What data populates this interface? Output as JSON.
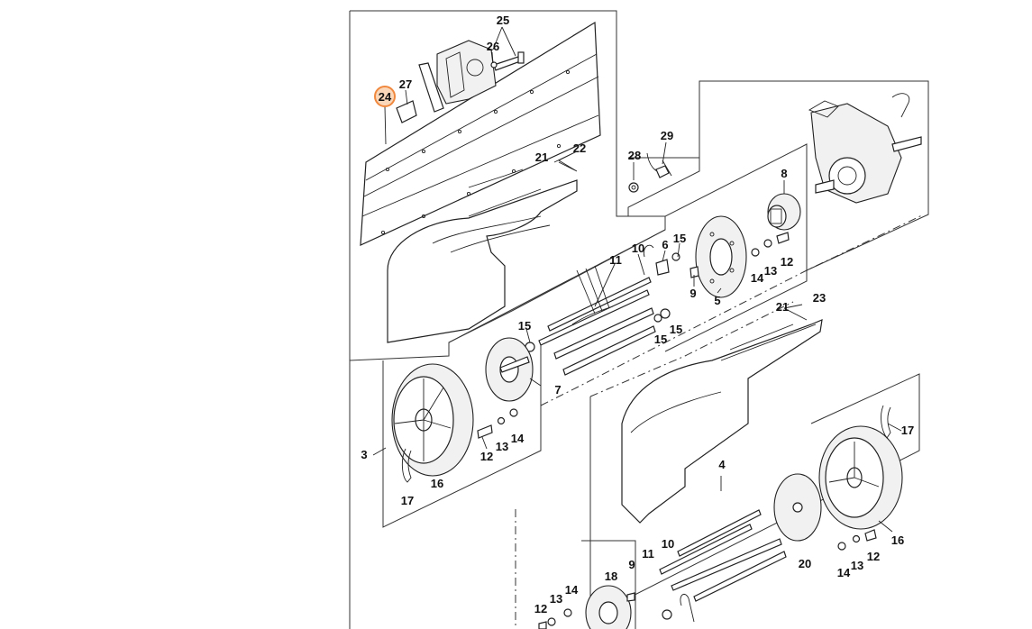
{
  "diagram": {
    "highlight_color": "#f0883e",
    "callouts": {
      "c25": "25",
      "c26": "26",
      "c27": "27",
      "c24": "24",
      "c22": "22",
      "c21a": "21",
      "c29": "29",
      "c28": "28",
      "c8": "8",
      "c11a": "11",
      "c10a": "10",
      "c6": "6",
      "c15a": "15",
      "c14a": "14",
      "c13a": "13",
      "c12a": "12",
      "c9a": "9",
      "c5": "5",
      "c15b": "15",
      "c15c": "15",
      "c15d": "15",
      "c7": "7",
      "c21b": "21",
      "c23": "23",
      "c3": "3",
      "c12b": "12",
      "c13b": "13",
      "c14b": "14",
      "c17a": "17",
      "c16a": "16",
      "c4": "4",
      "c17b": "17",
      "c16b": "16",
      "c20": "20",
      "c14c": "14",
      "c13c": "13",
      "c12c": "12",
      "c11b": "11",
      "c10b": "10",
      "c9b": "9",
      "c18": "18",
      "c12d": "12",
      "c13d": "13",
      "c14d": "14"
    }
  }
}
